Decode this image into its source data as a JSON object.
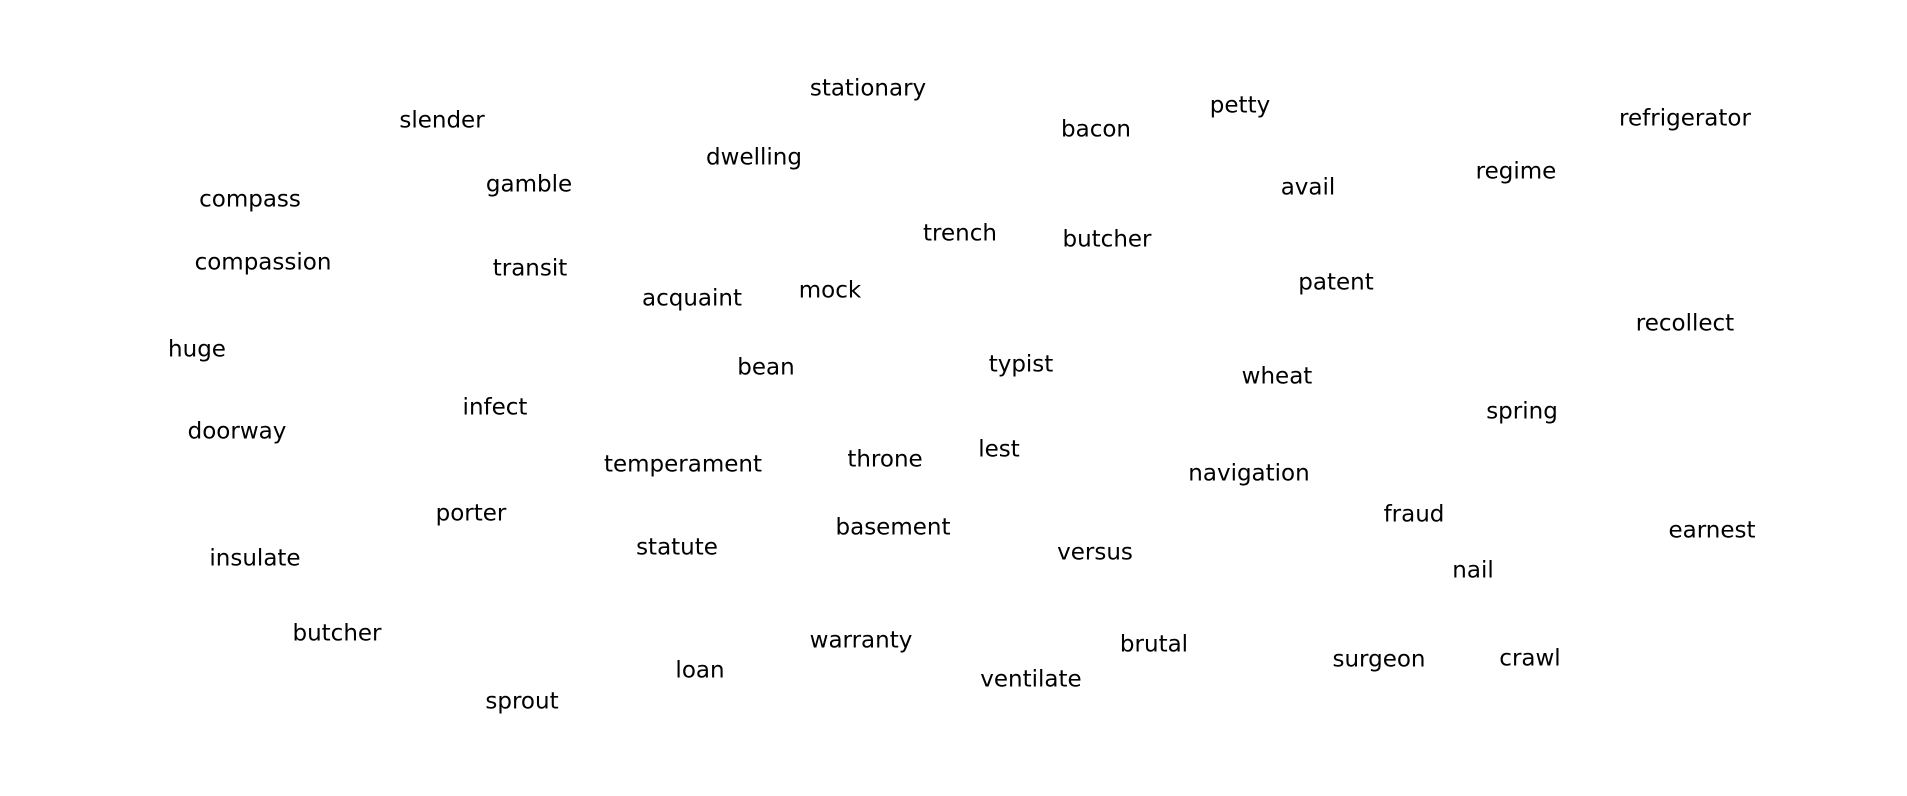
{
  "words": [
    "stationary",
    "slender",
    "bacon",
    "petty",
    "refrigerator",
    "dwelling",
    "gamble",
    "compass",
    "avail",
    "regime",
    "trench",
    "butcher",
    "compassion",
    "transit",
    "acquaint",
    "mock",
    "patent",
    "recollect",
    "huge",
    "bean",
    "typist",
    "wheat",
    "infect",
    "spring",
    "doorway",
    "temperament",
    "throne",
    "lest",
    "navigation",
    "porter",
    "fraud",
    "basement",
    "earnest",
    "statute",
    "versus",
    "insulate",
    "nail",
    "butcher",
    "warranty",
    "brutal",
    "loan",
    "surgeon",
    "crawl",
    "ventilate",
    "sprout"
  ]
}
